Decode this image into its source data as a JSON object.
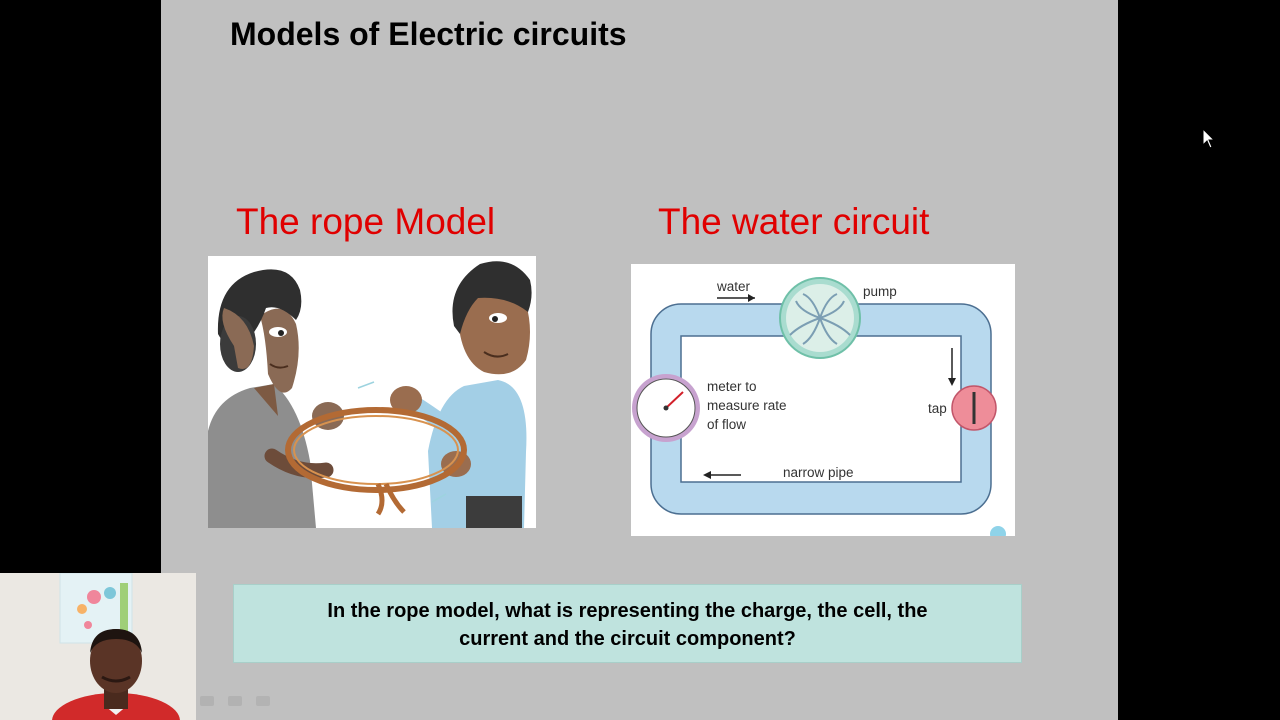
{
  "slide": {
    "title": "Models of Electric circuits",
    "subtitle_left": "The rope Model",
    "subtitle_right": "The water circuit",
    "water_diagram": {
      "label_water": "water",
      "label_pump": "pump",
      "label_meter": [
        "meter to",
        "measure rate",
        "of flow"
      ],
      "label_tap": "tap",
      "label_pipe": "narrow pipe"
    },
    "question": [
      "In the rope model, what is representing the charge, the cell, the",
      "current and the circuit component?"
    ]
  },
  "colors": {
    "slide_background": "#c0c0c0",
    "subtitle": "#e00000",
    "question_box": "#bfe3de",
    "pipe": "#b8d9ee",
    "pump": "#a9dccf"
  },
  "icons": [
    "mouse-cursor-icon",
    "pen-tool-icon",
    "slides-menu-icon",
    "screen-icon"
  ]
}
